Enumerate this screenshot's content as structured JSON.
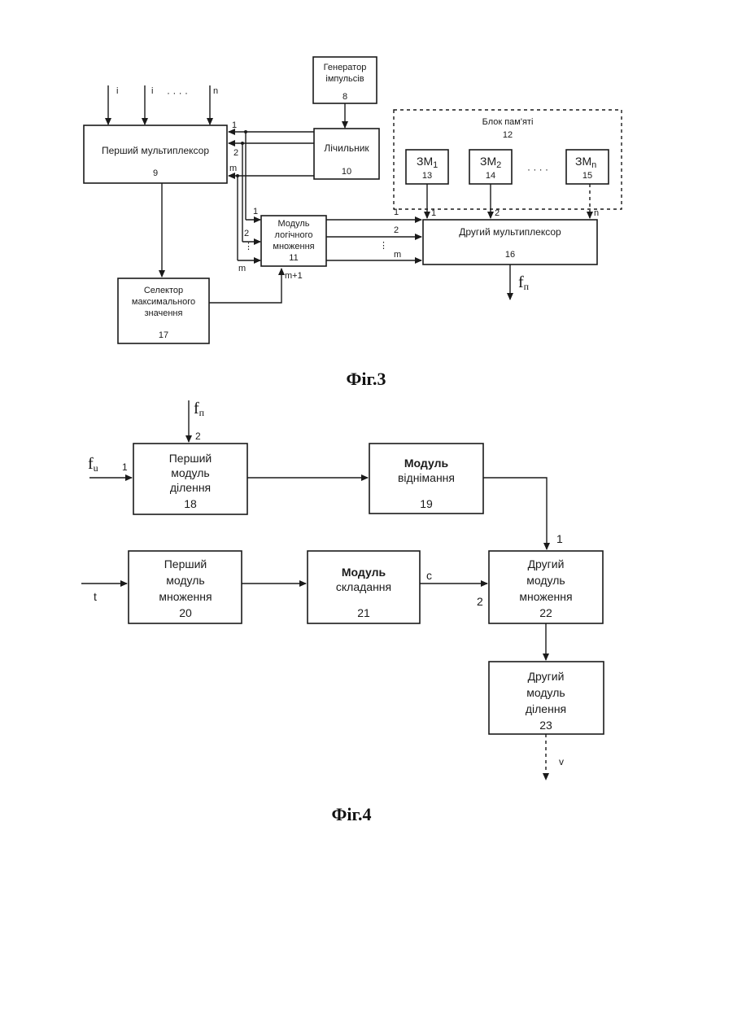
{
  "fig3": {
    "caption": "Фіг.3",
    "inputs": {
      "i1": "i",
      "i2": "i",
      "dots": "· · · ·",
      "n": "n"
    },
    "generator": {
      "line1": "Генератор",
      "line2": "імпульсів",
      "num": "8"
    },
    "mux1": {
      "label": "Перший мультиплексор",
      "num": "9"
    },
    "counter": {
      "label": "Лічильник",
      "num": "10"
    },
    "memory": {
      "title": "Блок пам'яті",
      "num": "12",
      "cells": [
        {
          "label": "ЗМ",
          "sub": "1",
          "num": "13"
        },
        {
          "label": "ЗМ",
          "sub": "2",
          "num": "14"
        },
        {
          "label": "ЗМ",
          "sub": "n",
          "num": "15"
        }
      ],
      "dots": "· · · ·"
    },
    "logic": {
      "line1": "Модуль",
      "line2": "логічного",
      "line3": "множення",
      "num": "11"
    },
    "mux2": {
      "label": "Другий мультиплексор",
      "num": "16"
    },
    "selector": {
      "line1": "Селектор",
      "line2": "максимального",
      "line3": "значення",
      "num": "17"
    },
    "output": "f",
    "output_sub": "п",
    "ports": {
      "p1": "1",
      "p2": "2",
      "pm": "m",
      "pm1": "m+1",
      "pn": "n",
      "vdots": "⋮"
    }
  },
  "fig4": {
    "caption": "Фіг.4",
    "in_fn": "f",
    "in_fn_sub": "п",
    "in_fu": "f",
    "in_fu_sub": "u",
    "in_t": "t",
    "port1": "1",
    "port2": "2",
    "div1": {
      "line1": "Перший",
      "line2": "модуль",
      "line3": "ділення",
      "num": "18"
    },
    "sub": {
      "line1": "Модуль",
      "line2": "віднімання",
      "num": "19"
    },
    "mul1": {
      "line1": "Перший",
      "line2": "модуль",
      "line3": "множення",
      "num": "20"
    },
    "add": {
      "line1": "Модуль",
      "line2": "складання",
      "num": "21"
    },
    "c_label": "c",
    "mul2": {
      "line1": "Другий",
      "line2": "модуль",
      "line3": "множення",
      "num": "22"
    },
    "div2": {
      "line1": "Другий",
      "line2": "модуль",
      "line3": "ділення",
      "num": "23"
    },
    "out_v": "v"
  }
}
